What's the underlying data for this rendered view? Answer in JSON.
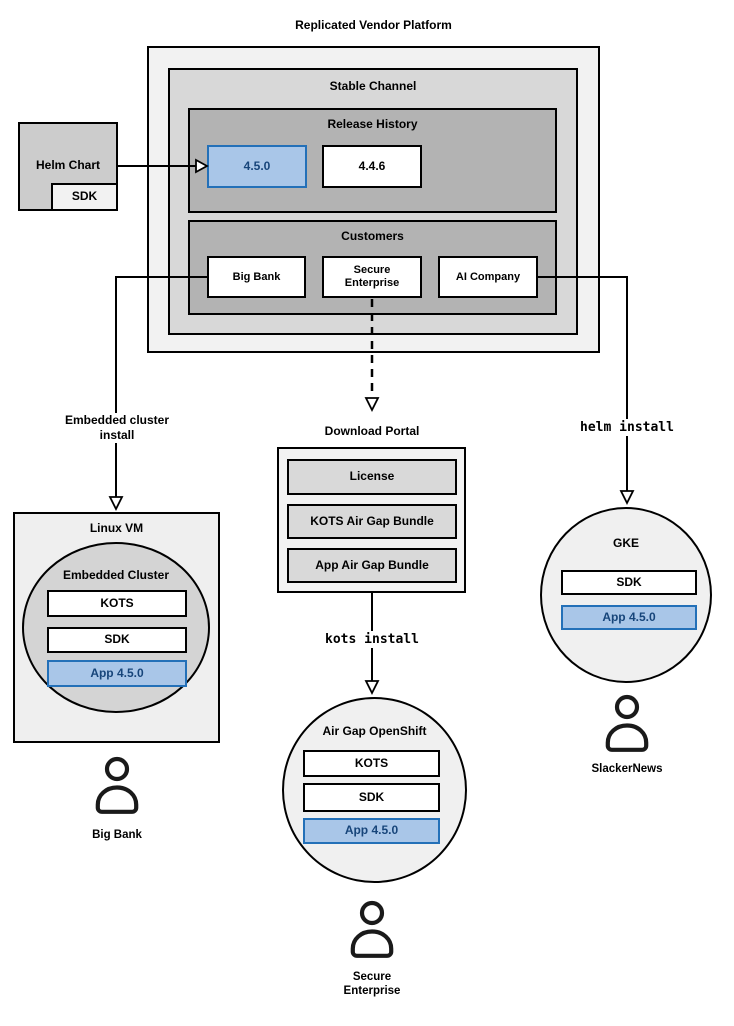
{
  "platform": {
    "title": "Replicated Vendor Platform",
    "stable_channel_label": "Stable Channel",
    "release_history_label": "Release History",
    "releases": {
      "current": "4.5.0",
      "previous": "4.4.6"
    },
    "customers_label": "Customers",
    "customers": {
      "big_bank": "Big Bank",
      "secure_enterprise": "Secure Enterprise",
      "ai_company": "AI Company"
    }
  },
  "helm_chart": {
    "label": "Helm Chart",
    "sdk_label": "SDK"
  },
  "left_flow": {
    "arrow_label": "Embedded cluster install",
    "vm_label": "Linux VM",
    "cluster_label": "Embedded Cluster",
    "kots_label": "KOTS",
    "sdk_label": "SDK",
    "app_label": "App 4.5.0",
    "persona_label": "Big Bank"
  },
  "middle_flow": {
    "portal_label": "Download Portal",
    "license_label": "License",
    "kots_bundle_label": "KOTS Air Gap Bundle",
    "app_bundle_label": "App Air Gap Bundle",
    "command_label": "kots install",
    "cluster_label": "Air Gap OpenShift",
    "kots_label": "KOTS",
    "sdk_label": "SDK",
    "app_label": "App 4.5.0",
    "persona_label": "Secure Enterprise"
  },
  "right_flow": {
    "command_label": "helm install",
    "cluster_label": "GKE",
    "sdk_label": "SDK",
    "app_label": "App 4.5.0",
    "persona_label": "SlackerNews"
  },
  "colors": {
    "highlight_fill": "#a9c6e8",
    "highlight_border": "#2370b8",
    "highlight_text": "#17457a",
    "platform_outer_gray": "#f2f2f2",
    "channel_gray": "#d8d8d8",
    "section_gray": "#b3b3b3",
    "bundle_gray": "#d9d9d9",
    "vm_gray": "#efefef",
    "cluster_circle_gray": "#d4d4d4",
    "k8s_circle_gray": "#f0f0f0"
  }
}
